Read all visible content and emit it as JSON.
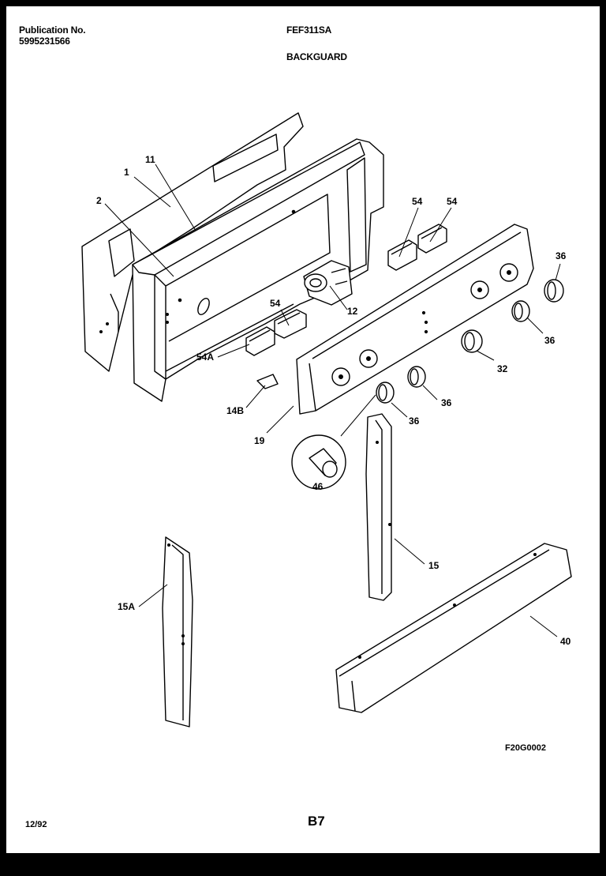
{
  "header": {
    "publication_label": "Publication No.",
    "publication_number": "5995231566",
    "model": "FEF311SA",
    "section_title": "BACKGUARD"
  },
  "footer": {
    "figure_code": "F20G0002",
    "date": "12/92",
    "page": "B7"
  },
  "callouts": {
    "c1": "1",
    "c2": "2",
    "c11": "11",
    "c12": "12",
    "c54_top_left": "54",
    "c54_top_right": "54",
    "c54_mid": "54",
    "c54a": "54A",
    "c14b": "14B",
    "c19": "19",
    "c36_top": "36",
    "c36_right": "36",
    "c36_mid": "36",
    "c36_low": "36",
    "c32": "32",
    "c46": "46",
    "c15": "15",
    "c15a": "15A",
    "c40": "40"
  }
}
